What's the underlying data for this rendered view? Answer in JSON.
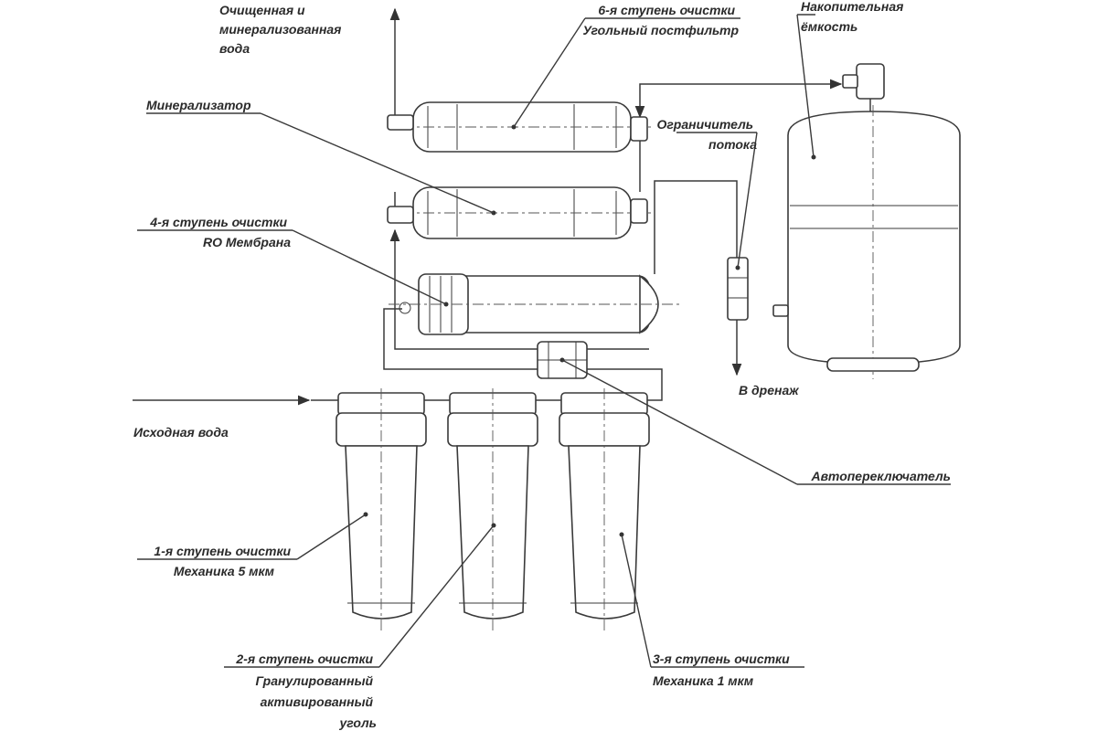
{
  "labels": {
    "purified_water": [
      "Очищенная и",
      "минерализованная",
      "вода"
    ],
    "stage6": [
      "6-я ступень очистки",
      "Угольный постфильтр"
    ],
    "tank": [
      "Накопительная",
      "ёмкость"
    ],
    "mineralizer": [
      "Минерализатор"
    ],
    "flow_restrictor": [
      "Ограничитель",
      "потока"
    ],
    "stage4": [
      "4-я ступень очистки",
      "RO Мембрана"
    ],
    "drain": [
      "В дренаж"
    ],
    "source_water": [
      "Исходная вода"
    ],
    "auto_switch": [
      "Автопереключатель"
    ],
    "stage1": [
      "1-я ступень очистки",
      "Механика 5 мкм"
    ],
    "stage2": [
      "2-я ступень очистки",
      "Гранулированный",
      "активированный",
      "уголь"
    ],
    "stage3": [
      "3-я ступень очистки",
      "Механика 1 мкм"
    ]
  }
}
